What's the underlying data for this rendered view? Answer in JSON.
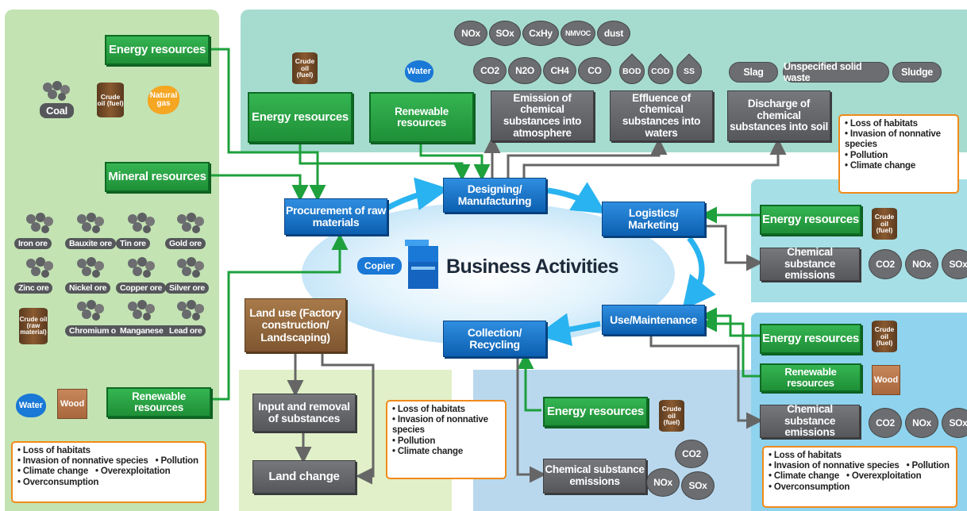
{
  "colors": {
    "left_panel": "#c3e3b3",
    "top_panel": "#a6dccf",
    "right_panel": "#a6dfe6",
    "right_lower_panel": "#8fd3ee",
    "bottom_green_panel": "#e1f0c8",
    "bottom_blue_panel": "#b9d8ee",
    "green_box": "#2aa548",
    "blue_box": "#1572c8",
    "gray_box": "#66686b",
    "brown_box": "#93683c",
    "orange_border": "#f08a1a"
  },
  "center": {
    "title": "Business Activities",
    "copier": "Copier",
    "procurement": "Procurement of raw materials",
    "designing": "Designing/ Manufacturing",
    "logistics": "Logistics/ Marketing",
    "use": "Use/Maintenance",
    "collection": "Collection/ Recycling"
  },
  "left": {
    "energy_resources": "Energy resources",
    "coal": "Coal",
    "crude_oil_fuel": "Crude oil (fuel)",
    "natural_gas": "Natural gas",
    "mineral_resources": "Mineral resources",
    "ores": [
      "Iron ore",
      "Bauxite ore",
      "Tin ore",
      "Gold ore",
      "Zinc ore",
      "Nickel ore",
      "Copper ore",
      "Silver ore",
      "Chromium ore",
      "Manganese ore",
      "Lead ore"
    ],
    "crude_oil_raw": "Crude oil (raw material)",
    "water": "Water",
    "wood": "Wood",
    "renewable_resources": "Renewable resources",
    "impacts": [
      "• Loss of habitats",
      "• Invasion of nonnative species",
      "• Pollution",
      "• Climate change",
      "• Overexploitation",
      "• Overconsumption"
    ]
  },
  "top": {
    "crude_oil_fuel": "Crude oil (fuel)",
    "water": "Water",
    "energy_resources": "Energy resources",
    "renewable_resources": "Renewable resources",
    "atmosphere_pills_row1": [
      "NOx",
      "SOx",
      "CxHy",
      "NMVOC",
      "dust"
    ],
    "atmosphere_pills_row2": [
      "CO2",
      "N2O",
      "CH4",
      "CO"
    ],
    "water_drops": [
      "BOD",
      "COD",
      "SS"
    ],
    "soil_pills": [
      "Slag",
      "Unspecified solid waste",
      "Sludge"
    ],
    "emission_atmosphere": "Emission of chemical substances into atmosphere",
    "effluence_waters": "Effluence of chemical substances into waters",
    "discharge_soil": "Discharge of chemical substances into soil",
    "impacts": [
      "• Loss of habitats",
      "• Invasion of nonnative species",
      "• Pollution",
      "• Climate change"
    ]
  },
  "logistics_panel": {
    "energy_resources": "Energy resources",
    "crude_oil_fuel": "Crude oil (fuel)",
    "chemical_emissions": "Chemical substance emissions",
    "gases": [
      "CO2",
      "NOx",
      "SOx"
    ]
  },
  "use_panel": {
    "energy_resources": "Energy resources",
    "crude_oil_fuel": "Crude oil (fuel)",
    "renewable_resources": "Renewable resources",
    "wood": "Wood",
    "chemical_emissions": "Chemical substance emissions",
    "gases": [
      "CO2",
      "NOx",
      "SOx"
    ],
    "impacts": [
      "• Loss of habitats",
      "• Invasion of nonnative species",
      "• Pollution",
      "• Climate change",
      "• Overexploitation",
      "• Overconsumption"
    ]
  },
  "land": {
    "land_use": "Land use (Factory construction/ Landscaping)",
    "input_removal": "Input and removal of substances",
    "land_change": "Land change",
    "impacts": [
      "• Loss of habitats",
      "• Invasion of nonnative species",
      "• Pollution",
      "• Climate change"
    ]
  },
  "recycling_panel": {
    "energy_resources": "Energy resources",
    "crude_oil_fuel": "Crude oil (fuel)",
    "chemical_emissions": "Chemical substance emissions",
    "gases": [
      "CO2",
      "NOx",
      "SOx"
    ]
  }
}
